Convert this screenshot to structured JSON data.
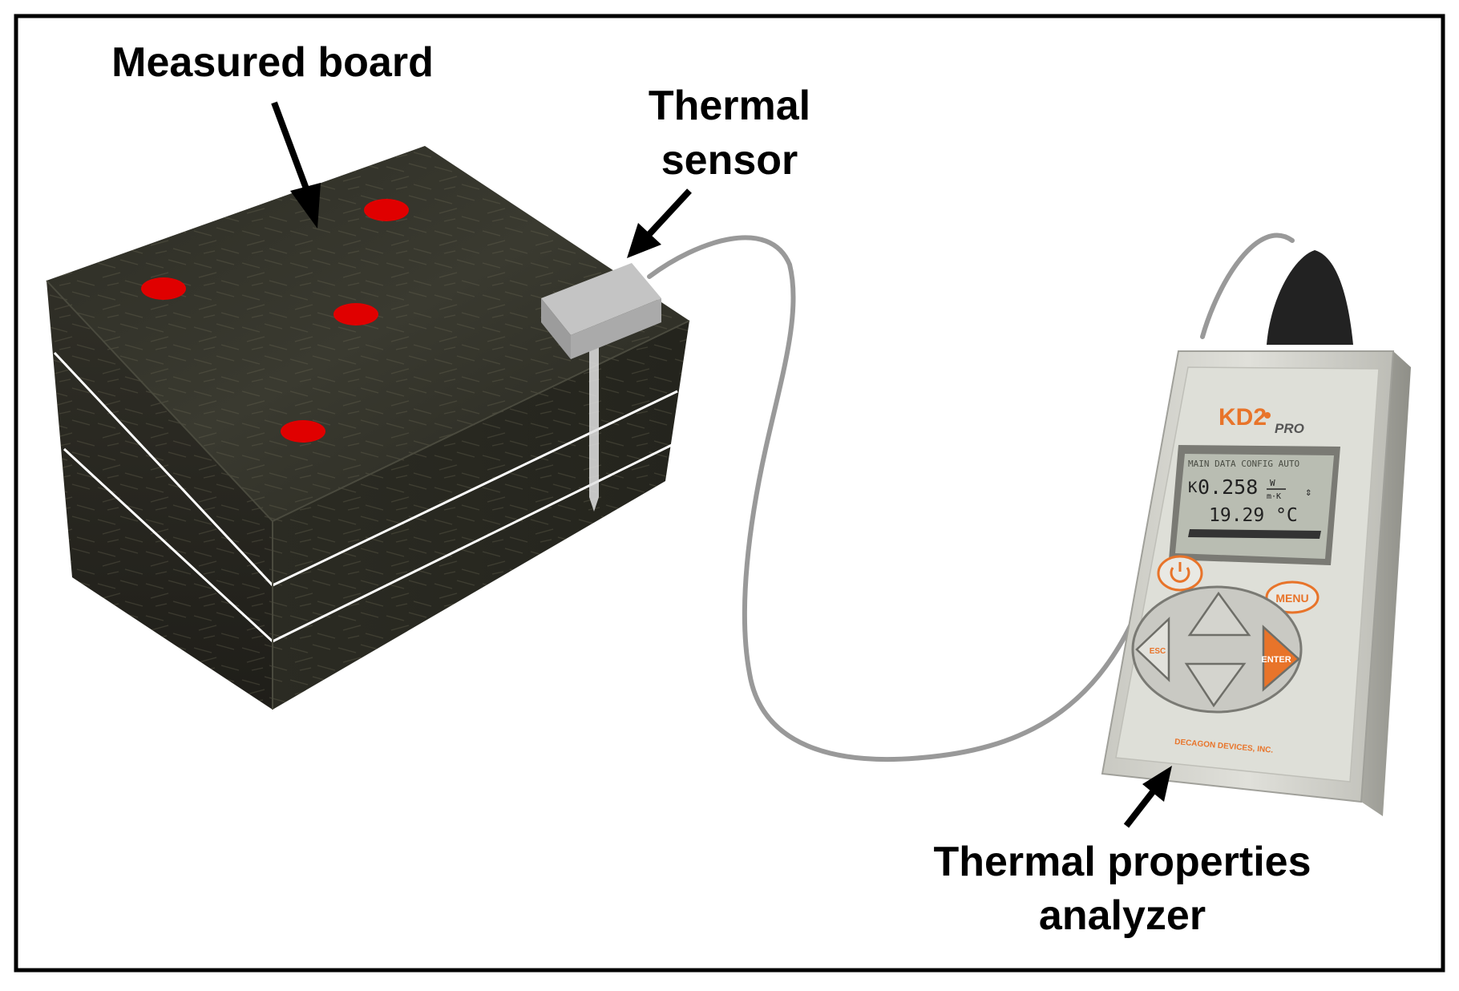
{
  "labels": {
    "board": "Measured board",
    "sensor_line1": "Thermal",
    "sensor_line2": "sensor",
    "analyzer_line1": "Thermal properties",
    "analyzer_line2": "analyzer"
  },
  "device": {
    "brand": "KD2",
    "model_suffix": "PRO",
    "menu_strip": "MAIN DATA CONFIG AUTO",
    "reading_prefix": "K",
    "reading_value": "0.258",
    "reading_unit_top": "W",
    "reading_unit_bottom": "m·K",
    "temperature": "19.29 °C",
    "btn_menu": "MENU",
    "btn_esc": "ESC",
    "btn_enter": "ENTER",
    "maker": "DECAGON DEVICES, INC."
  },
  "colors": {
    "border": "#000000",
    "board_dark": "#2a2a22",
    "measure_dot": "#e00000",
    "cable": "#9a9a9a",
    "device_body": "#d6d6d0",
    "accent_orange": "#e8742a",
    "lcd_bg": "#b9bdb2"
  }
}
